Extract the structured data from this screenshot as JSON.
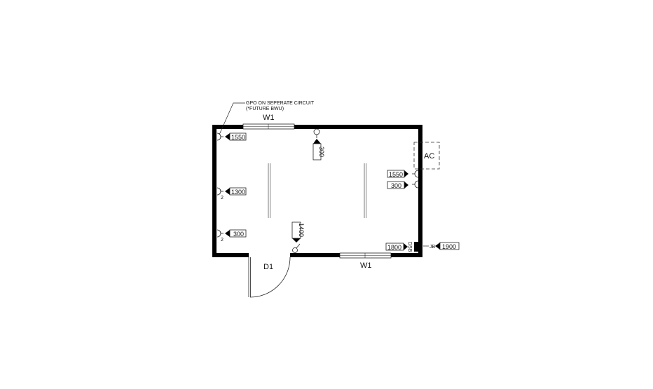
{
  "note": {
    "line1": "GPO ON SEPERATE CIRCUIT",
    "line2": "(*FUTURE BWU)"
  },
  "windows": {
    "top": "W1",
    "bottom": "W1"
  },
  "door": "D1",
  "ac": "AC",
  "heights": {
    "gpo_top_left": "1550",
    "switch_top": "300",
    "gpo_left_mid": "1300",
    "gpo_left_low": "300",
    "switch_door": "1400",
    "gpo_right_high": "1550",
    "gpo_right_low": "300",
    "dsb": "1800",
    "jb": "1900"
  },
  "tags": {
    "dsb": "DSB",
    "jb": "JB",
    "double": "2"
  },
  "colors": {
    "wall": "#000000",
    "line": "#222222"
  }
}
